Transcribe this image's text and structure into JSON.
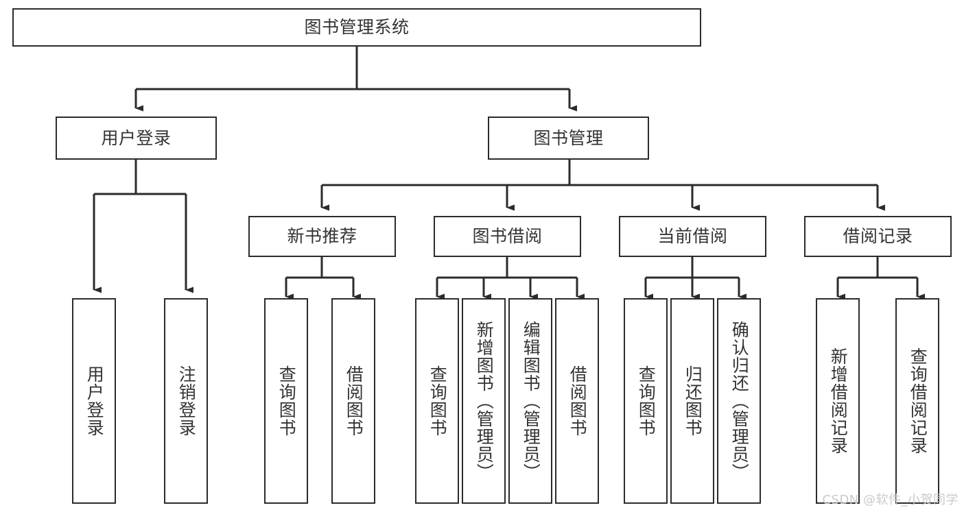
{
  "diagram": {
    "title": "图书管理系统",
    "watermark": "CSDN @软件_小贺同学",
    "line_color": "#2b2b2b",
    "text_color": "#333333",
    "background": "#ffffff",
    "watermark_color": "#c9c9c9",
    "levels": {
      "root": {
        "label": "图书管理系统"
      },
      "level2": [
        {
          "label": "用户登录"
        },
        {
          "label": "图书管理"
        }
      ],
      "level3": [
        {
          "label": "新书推荐"
        },
        {
          "label": "图书借阅"
        },
        {
          "label": "当前借阅"
        },
        {
          "label": "借阅记录"
        }
      ],
      "leaves": {
        "user_login": [
          {
            "label": "用户登录"
          },
          {
            "label": "注销登录"
          }
        ],
        "new_book": [
          {
            "label": "查询图书"
          },
          {
            "label": "借阅图书"
          }
        ],
        "borrow": [
          {
            "label": "查询图书"
          },
          {
            "label": "新增图书（管理员）"
          },
          {
            "label": "编辑图书（管理员）"
          },
          {
            "label": "借阅图书"
          }
        ],
        "current": [
          {
            "label": "查询图书"
          },
          {
            "label": "归还图书"
          },
          {
            "label": "确认归还（管理员）"
          }
        ],
        "records": [
          {
            "label": "新增借阅记录"
          },
          {
            "label": "查询借阅记录"
          }
        ]
      }
    }
  }
}
